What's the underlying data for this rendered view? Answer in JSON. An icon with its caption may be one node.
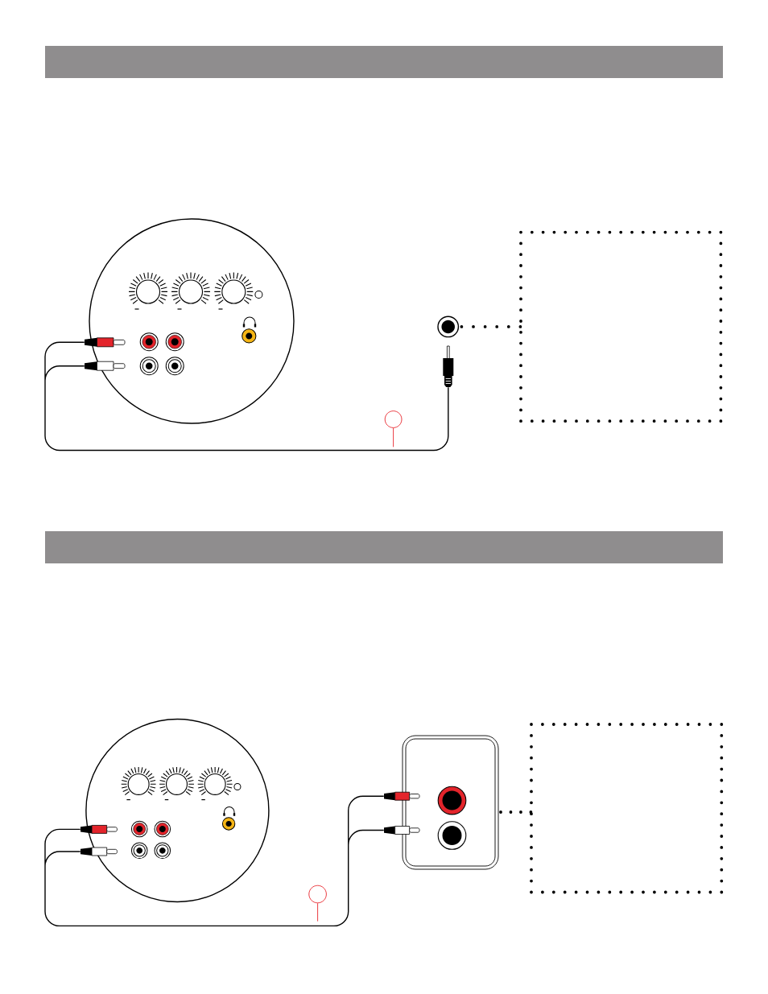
{
  "diagram": {
    "nodes": [
      {
        "text": [],
        "shape": "circle"
      },
      {
        "text": [],
        "shape": "picture"
      },
      {
        "text": [],
        "shape": "picture"
      },
      {
        "text": [],
        "shape": "circle"
      },
      {
        "text": [],
        "shape": "box"
      },
      {
        "text": [],
        "shape": "picture"
      },
      {
        "text": [],
        "shape": "circle"
      },
      {
        "text": [],
        "shape": "circle"
      },
      {
        "text": [],
        "shape": "picture"
      },
      {
        "text": [],
        "shape": "picture"
      },
      {
        "text": [],
        "shape": "picture"
      },
      {
        "text": [],
        "shape": "picture"
      },
      {
        "text": [],
        "shape": "box"
      },
      {
        "text": [],
        "shape": "box"
      },
      {
        "text": [],
        "shape": "circle"
      }
    ],
    "edges": [
      {
        "from": 1,
        "to": 5,
        "arrow": "none"
      },
      {
        "from": 2,
        "to": 5,
        "arrow": "none"
      },
      {
        "from": 3,
        "to": 4,
        "arrow": "none",
        "style": "dashed"
      },
      {
        "from": 6,
        "to": null,
        "arrow": "none",
        "color": "#e8262d"
      },
      {
        "from": 8,
        "to": 10,
        "arrow": "none"
      },
      {
        "from": 8,
        "to": 11,
        "arrow": "none"
      },
      {
        "from": 9,
        "to": 10,
        "arrow": "none"
      },
      {
        "from": 9,
        "to": 11,
        "arrow": "none"
      },
      {
        "from": 12,
        "to": 13,
        "arrow": "none",
        "style": "dashed"
      },
      {
        "from": 14,
        "to": null,
        "arrow": "none",
        "color": "#e8262d"
      }
    ]
  }
}
